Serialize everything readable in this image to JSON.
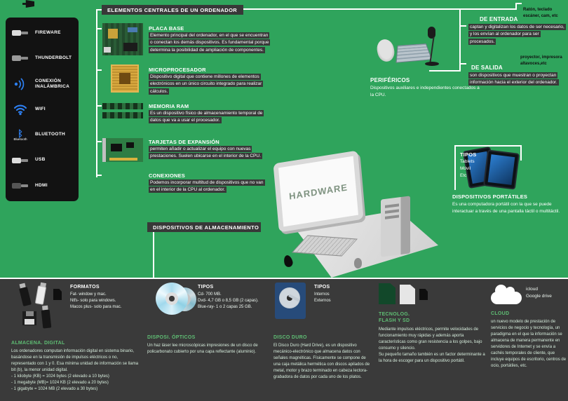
{
  "colors": {
    "background": "#2FA45C",
    "panel_dark": "#383838",
    "sidebar_black": "#121212",
    "accent_green": "#5FBE74",
    "icon_blue": "#2D7FF0"
  },
  "sidebar": {
    "items": [
      {
        "label": "FIREWARE",
        "icon": "firewire-cable-icon"
      },
      {
        "label": "THUNDERBOLT",
        "icon": "thunderbolt-cable-icon"
      },
      {
        "label": "CONEXIÓN INALÁMBRICA",
        "icon": "wireless-signal-icon"
      },
      {
        "label": "WIFI",
        "icon": "wifi-icon"
      },
      {
        "label": "BLUETOOTH",
        "icon": "bluetooth-icon"
      },
      {
        "label": "USB",
        "icon": "usb-cable-icon"
      },
      {
        "label": "HDMI",
        "icon": "hdmi-cable-icon"
      }
    ],
    "bluetooth_glyph": "ᛒ",
    "bluetooth_label": "Bluetooth"
  },
  "central": {
    "title": "ELEMENTOS CENTRALES DE UN ORDENADOR",
    "items": [
      {
        "title": "PLACA BASE",
        "description": "Elemento principal del ordenador, en el que se encuentran o conectan los demás dispositivos. Es fundamental porque determina la posibilidad de ampliación de componentes."
      },
      {
        "title": "MICROPROCESADOR",
        "description": "Dispositivo digital que contiene millones de elementos electrónicos en un único circuito integrado para realizar cálculos."
      },
      {
        "title": "MEMORIA RAM",
        "description": "Es un dispositivo físico de almacenamiento temporal de datos que va a usar el procesador."
      },
      {
        "title": "TARJETAS DE EXPANSIÓN",
        "description": "permiten añadir o actualizar el equipo con nuevas prestaciones. Suelen ubicarse en el interior de la CPU."
      },
      {
        "title": "CONEXIONES",
        "description": "Podemos incorporar multitud de dispositivos que no van en el interior de la CPU al ordenador."
      }
    ]
  },
  "peripherals": {
    "title": "PERIFÉRICOS",
    "description": "Dispositivos auxiliares e independientes conectados a la CPU.",
    "input": {
      "title": "DE ENTRADA",
      "devices": "Ratón, teclado\nescáner, cam, etc",
      "description": "captan y digitalizan los datos de ser necesario, y los envían al ordenador para ser procesados."
    },
    "output": {
      "title": "DE SALIDA",
      "devices": "proyector, impresora\naltavoces,etc",
      "description": "son dispositivos que muestran o proyectan información hacia el exterior del ordenador."
    }
  },
  "portables": {
    "types_title": "TIPOS",
    "types": "Tablets\nMóvil\nEtc",
    "title": "DISPOSITIVOS PORTÁTILES",
    "description": "Es una computadora portátil con la que se puede interactuar a través de una pantalla táctil o multitáctil."
  },
  "computer": {
    "label": "HARDWARE"
  },
  "storage": {
    "title": "DISPOSITIVOS DE ALMACENAMIENTO",
    "digital": {
      "formats_title": "FORMATOS",
      "formats": "Fat- window y mac.\nNtfs- solo para windows.\nMacos plus- solo para mac.",
      "title": "ALMACENA. DIGITAL",
      "description": "Los ordenadores computan información digital en sistema binario, basándose en la transmisión de impulsos eléctricos o no, representado con 1 y 0. Esa mínima unidad de información se llama bit (b), la menor unidad digital.\n- 1 kilobyte (KB) = 1024 bytes (2 elevado a 10 bytes)\n- 1 megabyte (MB)= 1024 KB (2 elevado a 20 bytes)\n- 1 gigabyte = 1024 MB (2 elevado a 30 bytes)"
    },
    "optical": {
      "types_title": "TIPOS",
      "types": "Cd- 700 MB.\nDvd- 4,7 GB o 8,5 GB (2 capas).\nBlue-ray- 1 o 2 capas 25 GB.",
      "title": "DISPOSI. ÓPTICOS",
      "description": "Un haz láser lee microscópicas impresiones de un disco de policarbonato cubierto por una capa reflectante (aluminio)."
    },
    "hdd": {
      "types_title": "TIPOS",
      "types": "Internos\nExternos",
      "title": "DISCO DURO",
      "description": "El Disco Duro (Hard Drive), es un dispositivo mecánico-electrónico que almacena datos con señales magnéticas. Físicamente se compone de una caja metálica hermética con discos apilados de metal, motor y brazo terminado en cabeza lectora-grabadora de datos por cada uno de los platos."
    },
    "flash": {
      "title": "TECNOLOG.\nFLASH Y SD",
      "description": "Mediante impulsos eléctricos, permite velocidades de funcionamiento muy rápidas y además aporta características como gran resistencia a los golpes, bajo consumo y silencio.\nSu pequeño tamaño también es un factor determinante a la hora de escoger para un dispositivo portátil."
    },
    "cloud": {
      "services": "icloud\nGoogle drive",
      "title": "CLOUD",
      "description": "un nuevo modelo de prestación de servicios de negocio y tecnología, un paradigma en el que la información se almacena de manera permanente en servidores de Internet y se envía a cachés temporales de cliente, que incluye equipos de escritorio, centros de ocio, portátiles, etc."
    }
  }
}
